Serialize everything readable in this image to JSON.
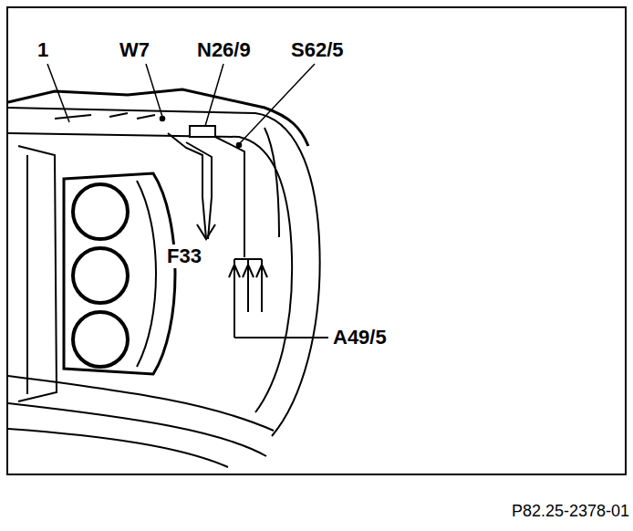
{
  "diagram": {
    "caption": "P82.25-2378-01",
    "labels": [
      "1",
      "W7",
      "N26/9",
      "S62/5",
      "F33",
      "A49/5"
    ]
  }
}
